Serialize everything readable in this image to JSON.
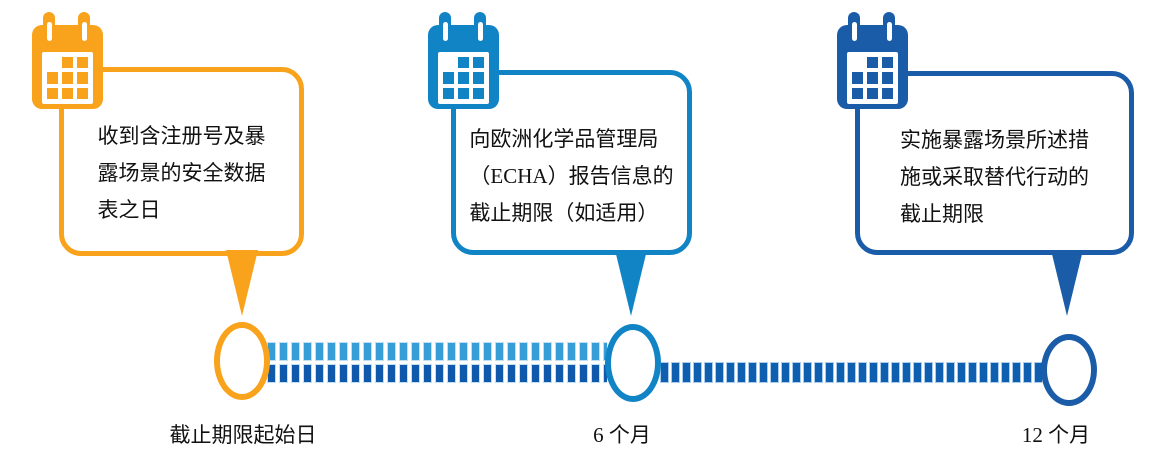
{
  "milestones": [
    {
      "icon": "calendar-icon",
      "color": "#F9A21B",
      "lines": [
        "收到含注册号及暴",
        "露场景的安全数据",
        "表之日"
      ],
      "timeline_label": "截止期限起始日"
    },
    {
      "icon": "calendar-icon",
      "color": "#1184C6",
      "lines": [
        "向欧洲化学品管理局",
        "（ECHA）报告信息的",
        "截止期限（如适用）"
      ],
      "timeline_label": "6 个月"
    },
    {
      "icon": "calendar-icon",
      "color": "#1B5CA8",
      "lines": [
        "实施暴露场景所述措",
        "施或采取替代行动的",
        "截止期限"
      ],
      "timeline_label": "12 个月"
    }
  ],
  "timeline": {
    "segment_start_to_6m": {
      "top_dash_color": "#379DD6",
      "bottom_dash_color": "#0F58AB"
    },
    "segment_6m_to_12m": {
      "dash_color": "#0E5FB0"
    }
  }
}
